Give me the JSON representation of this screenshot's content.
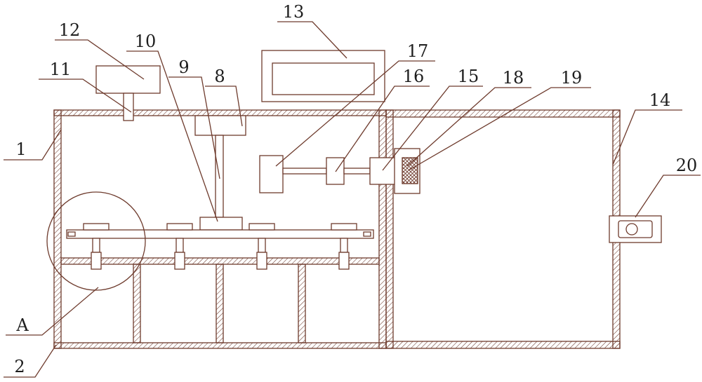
{
  "figure": {
    "labels": {
      "n1": "1",
      "n2": "2",
      "n8": "8",
      "n9": "9",
      "n10": "10",
      "n11": "11",
      "n12": "12",
      "n13": "13",
      "n14": "14",
      "n15": "15",
      "n16": "16",
      "n17": "17",
      "n18": "18",
      "n19": "19",
      "n20": "20",
      "A": "A"
    }
  },
  "colors": {
    "line": "#6e3b2d",
    "text": "#1e1e1e",
    "background": "#ffffff"
  }
}
